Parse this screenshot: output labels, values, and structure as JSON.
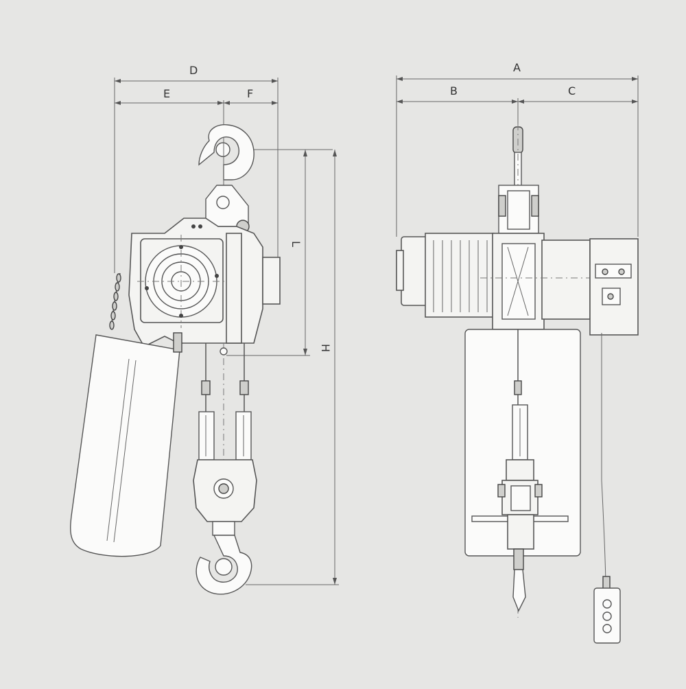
{
  "colors": {
    "background": "#e6e6e4",
    "line": "#555555",
    "fill": "#f4f4f2"
  },
  "side_view": {
    "dim_D": "D",
    "dim_E": "E",
    "dim_F": "F",
    "dim_L": "L",
    "dim_H": "H"
  },
  "front_view": {
    "dim_A": "A",
    "dim_B": "B",
    "dim_C": "C"
  }
}
